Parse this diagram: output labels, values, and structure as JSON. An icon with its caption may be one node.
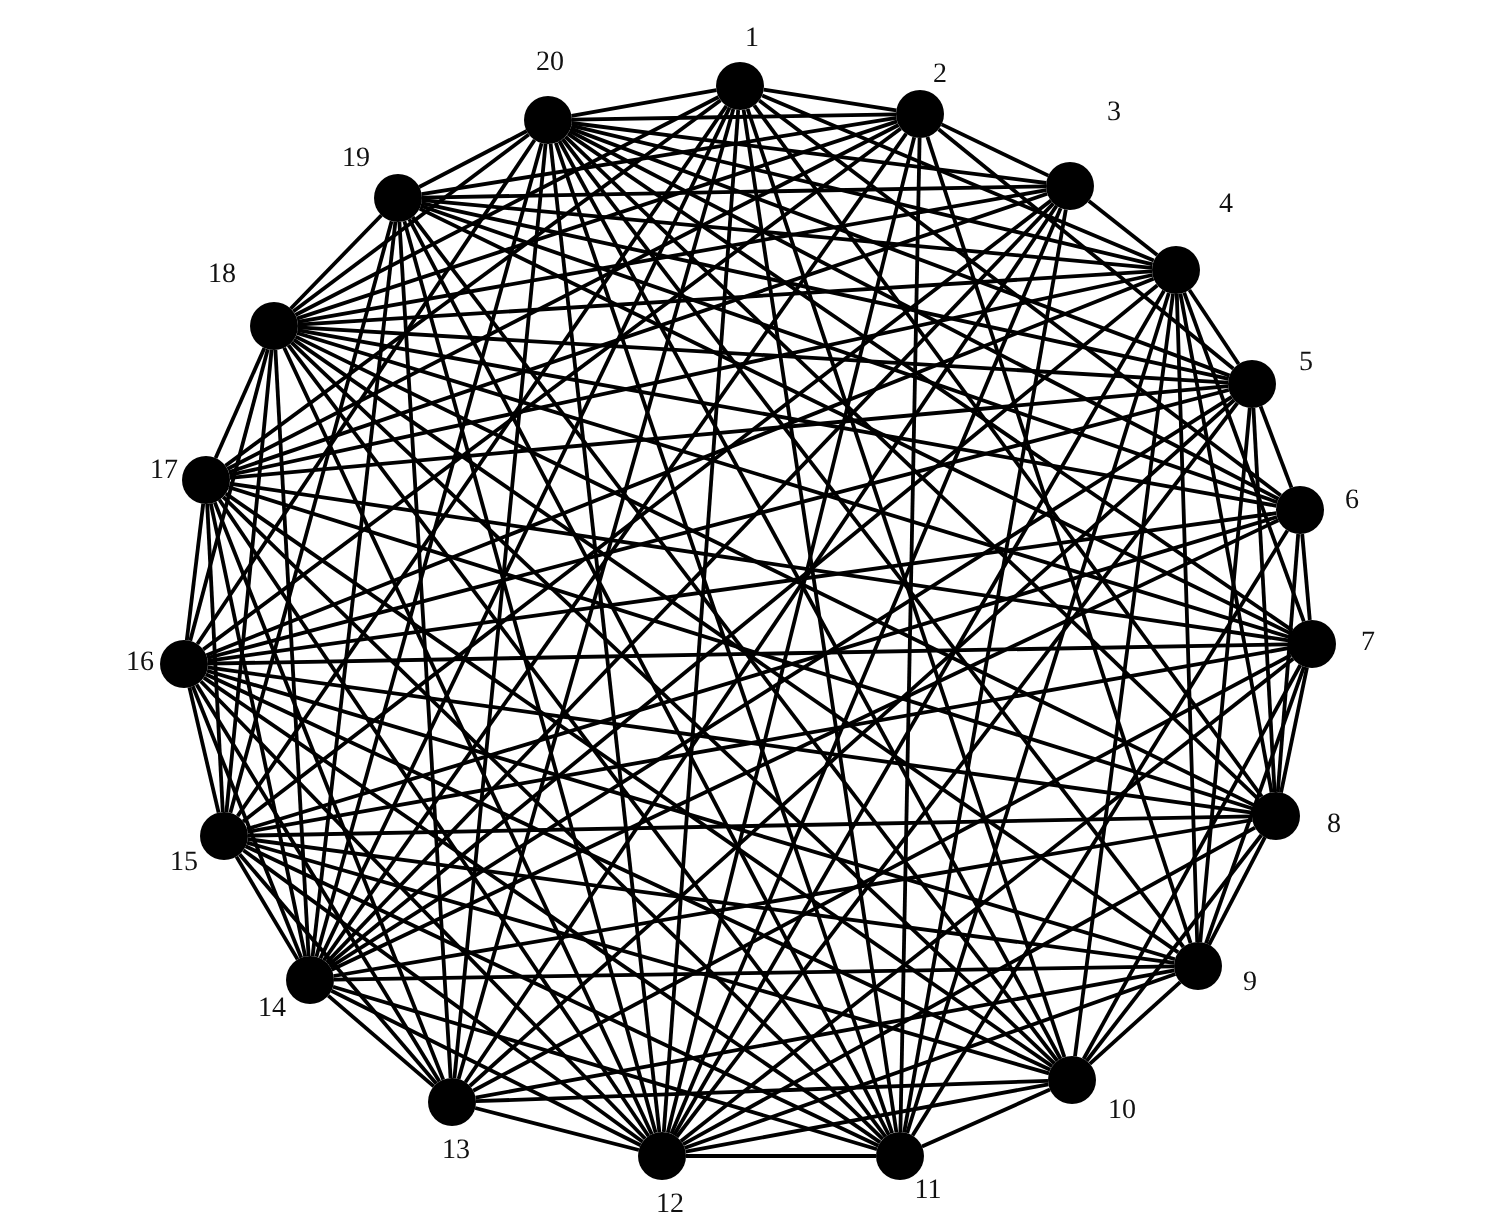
{
  "diagram": {
    "nodes": [
      {
        "text": [],
        "shape": "circle",
        "beside": [
          "1"
        ]
      },
      {
        "text": [],
        "shape": "circle",
        "beside": [
          "2"
        ]
      },
      {
        "text": [],
        "shape": "circle",
        "beside": [
          "3"
        ]
      },
      {
        "text": [],
        "shape": "circle",
        "beside": [
          "4"
        ]
      },
      {
        "text": [],
        "shape": "circle",
        "beside": [
          "5"
        ]
      },
      {
        "text": [],
        "shape": "circle",
        "beside": [
          "6"
        ]
      },
      {
        "text": [],
        "shape": "circle",
        "beside": [
          "7"
        ]
      },
      {
        "text": [],
        "shape": "circle",
        "beside": [
          "8"
        ]
      },
      {
        "text": [],
        "shape": "circle",
        "beside": [
          "9"
        ]
      },
      {
        "text": [],
        "shape": "circle",
        "beside": [
          "10"
        ]
      },
      {
        "text": [],
        "shape": "circle",
        "beside": [
          "11"
        ]
      },
      {
        "text": [],
        "shape": "circle",
        "beside": [
          "12"
        ]
      },
      {
        "text": [],
        "shape": "circle",
        "beside": [
          "13"
        ]
      },
      {
        "text": [],
        "shape": "circle",
        "beside": [
          "14"
        ]
      },
      {
        "text": [],
        "shape": "circle",
        "beside": [
          "15"
        ]
      },
      {
        "text": [],
        "shape": "circle",
        "beside": [
          "16"
        ]
      },
      {
        "text": [],
        "shape": "circle",
        "beside": [
          "17"
        ]
      },
      {
        "text": [],
        "shape": "circle",
        "beside": [
          "18"
        ]
      },
      {
        "text": [],
        "shape": "circle",
        "beside": [
          "19"
        ]
      },
      {
        "text": [],
        "shape": "circle",
        "beside": [
          "20"
        ]
      }
    ],
    "edges": [
      {
        "from": 0,
        "to": 1,
        "arrow": "none"
      },
      {
        "from": 1,
        "to": 2,
        "arrow": "none"
      },
      {
        "from": 2,
        "to": 3,
        "arrow": "none"
      },
      {
        "from": 3,
        "to": 4,
        "arrow": "none"
      },
      {
        "from": 4,
        "to": 5,
        "arrow": "none"
      },
      {
        "from": 5,
        "to": 6,
        "arrow": "none"
      },
      {
        "from": 6,
        "to": 7,
        "arrow": "none"
      },
      {
        "from": 7,
        "to": 8,
        "arrow": "none"
      },
      {
        "from": 8,
        "to": 9,
        "arrow": "none"
      },
      {
        "from": 9,
        "to": 10,
        "arrow": "none"
      },
      {
        "from": 10,
        "to": 11,
        "arrow": "none"
      },
      {
        "from": 11,
        "to": 12,
        "arrow": "none"
      },
      {
        "from": 12,
        "to": 13,
        "arrow": "none"
      },
      {
        "from": 13,
        "to": 14,
        "arrow": "none"
      },
      {
        "from": 14,
        "to": 15,
        "arrow": "none"
      },
      {
        "from": 15,
        "to": 16,
        "arrow": "none"
      },
      {
        "from": 16,
        "to": 17,
        "arrow": "none"
      },
      {
        "from": 17,
        "to": 18,
        "arrow": "none"
      },
      {
        "from": 18,
        "to": 19,
        "arrow": "none"
      },
      {
        "from": 19,
        "to": 0,
        "arrow": "none"
      },
      {
        "from": 17,
        "to": 19,
        "arrow": "none"
      },
      {
        "from": 19,
        "to": 1,
        "arrow": "none"
      },
      {
        "from": 19,
        "to": 2,
        "arrow": "none"
      },
      {
        "from": 19,
        "to": 3,
        "arrow": "none"
      },
      {
        "from": 19,
        "to": 4,
        "arrow": "none"
      },
      {
        "from": 19,
        "to": 5,
        "arrow": "none"
      },
      {
        "from": 19,
        "to": 6,
        "arrow": "none"
      },
      {
        "from": 19,
        "to": 7,
        "arrow": "none"
      },
      {
        "from": 19,
        "to": 8,
        "arrow": "none"
      },
      {
        "from": 19,
        "to": 9,
        "arrow": "none"
      },
      {
        "from": 19,
        "to": 10,
        "arrow": "none"
      },
      {
        "from": 19,
        "to": 11,
        "arrow": "none"
      },
      {
        "from": 19,
        "to": 12,
        "arrow": "none"
      },
      {
        "from": 19,
        "to": 13,
        "arrow": "none"
      },
      {
        "from": 19,
        "to": 15,
        "arrow": "none"
      },
      {
        "from": 3,
        "to": 0,
        "arrow": "none"
      },
      {
        "from": 3,
        "to": 18,
        "arrow": "none"
      },
      {
        "from": 3,
        "to": 10,
        "arrow": "none"
      },
      {
        "from": 3,
        "to": 6,
        "arrow": "none"
      },
      {
        "from": 3,
        "to": 7,
        "arrow": "none"
      },
      {
        "from": 3,
        "to": 8,
        "arrow": "none"
      },
      {
        "from": 3,
        "to": 9,
        "arrow": "none"
      },
      {
        "from": 3,
        "to": 11,
        "arrow": "none"
      },
      {
        "from": 3,
        "to": 13,
        "arrow": "none"
      },
      {
        "from": 3,
        "to": 15,
        "arrow": "none"
      },
      {
        "from": 3,
        "to": 16,
        "arrow": "none"
      },
      {
        "from": 3,
        "to": 17,
        "arrow": "none"
      },
      {
        "from": 7,
        "to": 4,
        "arrow": "none"
      },
      {
        "from": 7,
        "to": 5,
        "arrow": "none"
      },
      {
        "from": 7,
        "to": 9,
        "arrow": "none"
      },
      {
        "from": 7,
        "to": 11,
        "arrow": "none"
      },
      {
        "from": 7,
        "to": 13,
        "arrow": "none"
      },
      {
        "from": 7,
        "to": 14,
        "arrow": "none"
      },
      {
        "from": 7,
        "to": 15,
        "arrow": "none"
      },
      {
        "from": 7,
        "to": 16,
        "arrow": "none"
      },
      {
        "from": 7,
        "to": 17,
        "arrow": "none"
      },
      {
        "from": 7,
        "to": 0,
        "arrow": "none"
      },
      {
        "from": 8,
        "to": 4,
        "arrow": "none"
      },
      {
        "from": 8,
        "to": 11,
        "arrow": "none"
      },
      {
        "from": 8,
        "to": 12,
        "arrow": "none"
      },
      {
        "from": 8,
        "to": 13,
        "arrow": "none"
      },
      {
        "from": 8,
        "to": 14,
        "arrow": "none"
      },
      {
        "from": 8,
        "to": 15,
        "arrow": "none"
      },
      {
        "from": 8,
        "to": 17,
        "arrow": "none"
      },
      {
        "from": 8,
        "to": 1,
        "arrow": "none"
      },
      {
        "from": 8,
        "to": 6,
        "arrow": "none"
      },
      {
        "from": 11,
        "to": 9,
        "arrow": "none"
      },
      {
        "from": 11,
        "to": 1,
        "arrow": "none"
      },
      {
        "from": 11,
        "to": 0,
        "arrow": "none"
      },
      {
        "from": 11,
        "to": 2,
        "arrow": "none"
      },
      {
        "from": 11,
        "to": 15,
        "arrow": "none"
      },
      {
        "from": 11,
        "to": 16,
        "arrow": "none"
      },
      {
        "from": 11,
        "to": 17,
        "arrow": "none"
      },
      {
        "from": 11,
        "to": 18,
        "arrow": "none"
      },
      {
        "from": 11,
        "to": 13,
        "arrow": "none"
      },
      {
        "from": 11,
        "to": 14,
        "arrow": "none"
      },
      {
        "from": 11,
        "to": 4,
        "arrow": "none"
      },
      {
        "from": 11,
        "to": 6,
        "arrow": "none"
      },
      {
        "from": 15,
        "to": 17,
        "arrow": "none"
      },
      {
        "from": 15,
        "to": 13,
        "arrow": "none"
      },
      {
        "from": 15,
        "to": 12,
        "arrow": "none"
      },
      {
        "from": 15,
        "to": 6,
        "arrow": "none"
      },
      {
        "from": 15,
        "to": 5,
        "arrow": "none"
      },
      {
        "from": 15,
        "to": 1,
        "arrow": "none"
      },
      {
        "from": 15,
        "to": 9,
        "arrow": "none"
      },
      {
        "from": 17,
        "to": 14,
        "arrow": "none"
      },
      {
        "from": 17,
        "to": 13,
        "arrow": "none"
      },
      {
        "from": 17,
        "to": 10,
        "arrow": "none"
      },
      {
        "from": 17,
        "to": 9,
        "arrow": "none"
      },
      {
        "from": 17,
        "to": 6,
        "arrow": "none"
      },
      {
        "from": 17,
        "to": 5,
        "arrow": "none"
      },
      {
        "from": 17,
        "to": 4,
        "arrow": "none"
      },
      {
        "from": 17,
        "to": 1,
        "arrow": "none"
      },
      {
        "from": 17,
        "to": 0,
        "arrow": "none"
      },
      {
        "from": 0,
        "to": 9,
        "arrow": "none"
      },
      {
        "from": 0,
        "to": 10,
        "arrow": "none"
      },
      {
        "from": 0,
        "to": 12,
        "arrow": "none"
      },
      {
        "from": 0,
        "to": 13,
        "arrow": "none"
      },
      {
        "from": 0,
        "to": 14,
        "arrow": "none"
      },
      {
        "from": 0,
        "to": 16,
        "arrow": "none"
      },
      {
        "from": 0,
        "to": 5,
        "arrow": "none"
      },
      {
        "from": 1,
        "to": 4,
        "arrow": "none"
      },
      {
        "from": 1,
        "to": 10,
        "arrow": "none"
      },
      {
        "from": 1,
        "to": 13,
        "arrow": "none"
      },
      {
        "from": 1,
        "to": 16,
        "arrow": "none"
      },
      {
        "from": 1,
        "to": 18,
        "arrow": "none"
      },
      {
        "from": 2,
        "to": 12,
        "arrow": "none"
      },
      {
        "from": 2,
        "to": 13,
        "arrow": "none"
      },
      {
        "from": 2,
        "to": 14,
        "arrow": "none"
      },
      {
        "from": 2,
        "to": 16,
        "arrow": "none"
      },
      {
        "from": 2,
        "to": 17,
        "arrow": "none"
      },
      {
        "from": 2,
        "to": 18,
        "arrow": "none"
      },
      {
        "from": 2,
        "to": 10,
        "arrow": "none"
      },
      {
        "from": 4,
        "to": 12,
        "arrow": "none"
      },
      {
        "from": 4,
        "to": 13,
        "arrow": "none"
      },
      {
        "from": 4,
        "to": 15,
        "arrow": "none"
      },
      {
        "from": 4,
        "to": 16,
        "arrow": "none"
      },
      {
        "from": 4,
        "to": 18,
        "arrow": "none"
      },
      {
        "from": 5,
        "to": 10,
        "arrow": "none"
      },
      {
        "from": 5,
        "to": 13,
        "arrow": "none"
      },
      {
        "from": 5,
        "to": 14,
        "arrow": "none"
      },
      {
        "from": 5,
        "to": 18,
        "arrow": "none"
      },
      {
        "from": 6,
        "to": 12,
        "arrow": "none"
      },
      {
        "from": 6,
        "to": 14,
        "arrow": "none"
      },
      {
        "from": 6,
        "to": 16,
        "arrow": "none"
      },
      {
        "from": 6,
        "to": 18,
        "arrow": "none"
      },
      {
        "from": 6,
        "to": 9,
        "arrow": "none"
      },
      {
        "from": 9,
        "to": 12,
        "arrow": "none"
      },
      {
        "from": 9,
        "to": 14,
        "arrow": "none"
      },
      {
        "from": 9,
        "to": 16,
        "arrow": "none"
      },
      {
        "from": 9,
        "to": 18,
        "arrow": "none"
      },
      {
        "from": 10,
        "to": 13,
        "arrow": "none"
      },
      {
        "from": 10,
        "to": 14,
        "arrow": "none"
      },
      {
        "from": 10,
        "to": 15,
        "arrow": "none"
      },
      {
        "from": 10,
        "to": 16,
        "arrow": "none"
      },
      {
        "from": 10,
        "to": 18,
        "arrow": "none"
      },
      {
        "from": 12,
        "to": 16,
        "arrow": "none"
      },
      {
        "from": 12,
        "to": 18,
        "arrow": "none"
      },
      {
        "from": 12,
        "to": 14,
        "arrow": "none"
      },
      {
        "from": 13,
        "to": 18,
        "arrow": "none"
      },
      {
        "from": 13,
        "to": 16,
        "arrow": "none"
      },
      {
        "from": 14,
        "to": 18,
        "arrow": "none"
      },
      {
        "from": 14,
        "to": 16,
        "arrow": "none"
      }
    ]
  }
}
